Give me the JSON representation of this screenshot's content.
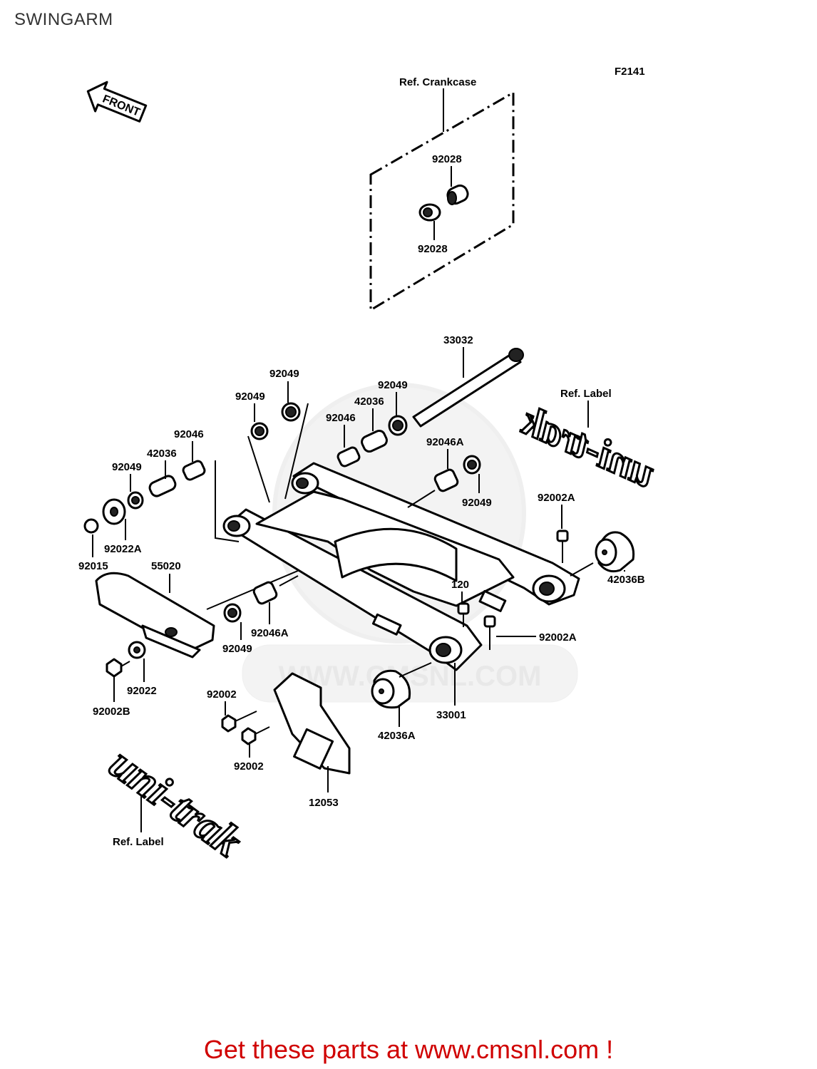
{
  "page": {
    "title": "SWINGARM"
  },
  "figure_code": "F2141",
  "front_label": "FRONT",
  "references": {
    "crankcase": "Ref. Crankcase",
    "label_top": "Ref. Label",
    "label_bottom": "Ref. Label"
  },
  "decals": {
    "top": "uni-trak",
    "bottom": "uni-trak"
  },
  "watermark": "WWW.CMSNL.COM",
  "parts": {
    "p92028_top": "92028",
    "p92028_bottom": "92028",
    "p33032": "33032",
    "p92049_a": "92049",
    "p92049_b": "92049",
    "p92049_c": "92049",
    "p92049_d": "92049",
    "p92049_e": "92049",
    "p92049_f": "92049",
    "p42036_a": "42036",
    "p42036_b": "42036",
    "p92046_a": "92046",
    "p92046_b": "92046",
    "p92046A_a": "92046A",
    "p92046A_b": "92046A",
    "p92022A": "92022A",
    "p92015": "92015",
    "p55020": "55020",
    "p92002A_a": "92002A",
    "p92002A_b": "92002A",
    "p42036B": "42036B",
    "p120": "120",
    "p92022": "92022",
    "p92002B": "92002B",
    "p92002_a": "92002",
    "p92002_b": "92002",
    "p42036A": "42036A",
    "p33001": "33001",
    "p12053": "12053"
  },
  "footer": {
    "prefix": "Get these parts at ",
    "link": "www.cmsnl.com",
    "suffix": " !"
  }
}
